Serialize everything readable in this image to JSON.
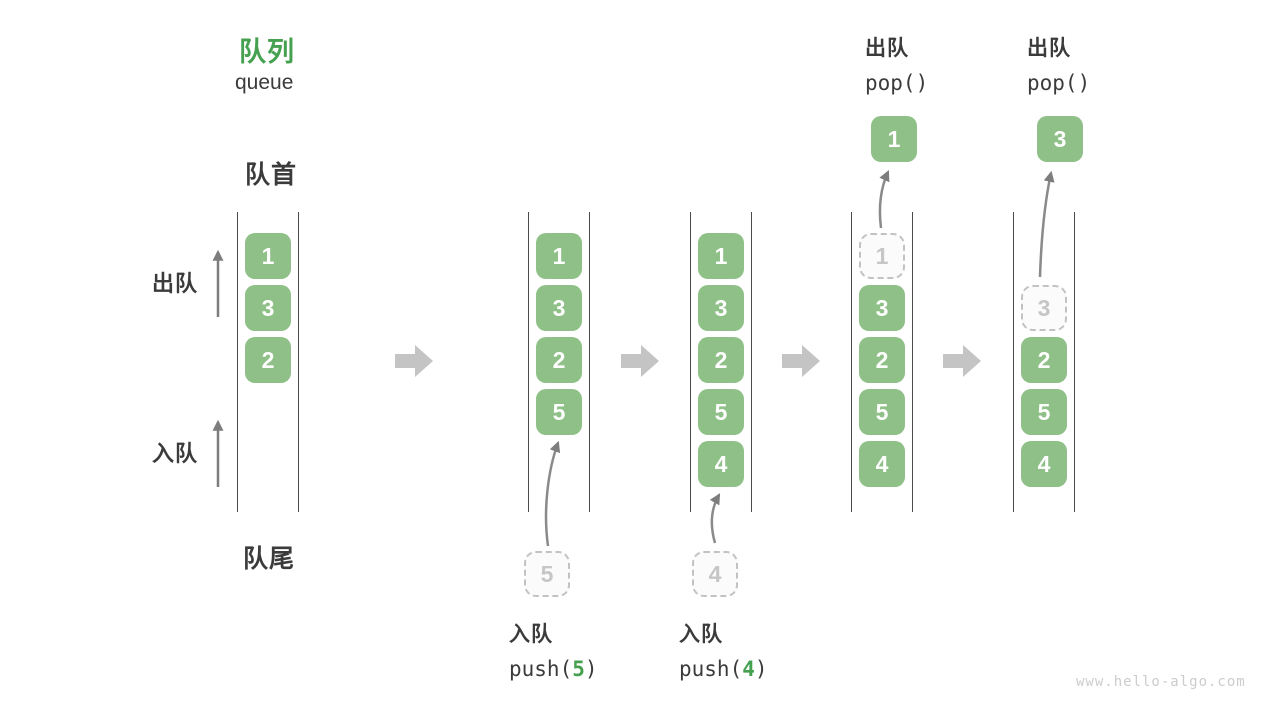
{
  "title": {
    "zh": "队列",
    "en": "queue"
  },
  "labels": {
    "front": "队首",
    "rear": "队尾",
    "dequeue_side": "出队",
    "enqueue_side": "入队"
  },
  "queues": [
    {
      "boxes": [
        {
          "value": "1"
        },
        {
          "value": "3"
        },
        {
          "value": "2"
        }
      ]
    },
    {
      "boxes": [
        {
          "value": "1"
        },
        {
          "value": "3"
        },
        {
          "value": "2"
        },
        {
          "value": "5"
        }
      ]
    },
    {
      "boxes": [
        {
          "value": "1"
        },
        {
          "value": "3"
        },
        {
          "value": "2"
        },
        {
          "value": "5"
        },
        {
          "value": "4"
        }
      ]
    },
    {
      "boxes": [
        {
          "value": "1",
          "state": "dashed"
        },
        {
          "value": "3"
        },
        {
          "value": "2"
        },
        {
          "value": "5"
        },
        {
          "value": "4"
        }
      ]
    },
    {
      "boxes": [
        {
          "value": "3",
          "state": "dashed"
        },
        {
          "value": "2"
        },
        {
          "value": "5"
        },
        {
          "value": "4"
        }
      ]
    }
  ],
  "ops": {
    "push_a": {
      "label": "入队",
      "fn": "push(",
      "arg": "5",
      "close": ")",
      "item": "5"
    },
    "push_b": {
      "label": "入队",
      "fn": "push(",
      "arg": "4",
      "close": ")",
      "item": "4"
    },
    "pop_a": {
      "label": "出队",
      "fn": "pop()",
      "value": "1"
    },
    "pop_b": {
      "label": "出队",
      "fn": "pop()",
      "value": "3"
    }
  },
  "watermark": "www.hello-algo.com",
  "colors": {
    "box_green": "#8ec087",
    "accent_green": "#45a04f",
    "text_dark": "#3b3b3b",
    "rail_line": "#4a4a4a",
    "flow_arrow": "#c4c4c4",
    "thin_arrow": "#7d7d7d",
    "dashed_border": "#c2c2c2",
    "faded_text": "#c6c6c6",
    "watermark_gray": "#cccccc"
  }
}
